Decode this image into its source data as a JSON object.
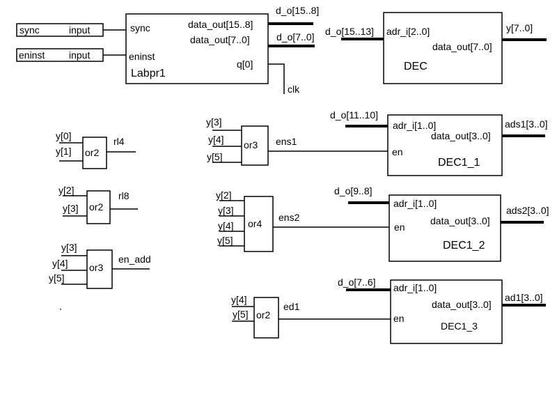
{
  "inputs": {
    "sync": {
      "name": "sync",
      "type": "input"
    },
    "eninst": {
      "name": "eninst",
      "type": "input"
    }
  },
  "labpr1": {
    "name": "Labpr1",
    "pin_sync": "sync",
    "pin_eninst": "eninst",
    "pin_data_hi": "data_out[15..8]",
    "pin_data_lo": "data_out[7..0]",
    "pin_q": "q[0]"
  },
  "wires": {
    "d_o_hi": "d_o[15..8]",
    "d_o_lo": "d_o[7..0]",
    "clk": "clk",
    "d_o_15_13": "d_o[15..13]",
    "y_out": "y[7..0]",
    "d_o_11_10": "d_o[11..10]",
    "d_o_9_8": "d_o[9..8]",
    "d_o_7_6": "d_o[7..6]",
    "ens1": "ens1",
    "ens2": "ens2",
    "ed1": "ed1",
    "rl4": "rl4",
    "rl8": "rl8",
    "en_add": "en_add",
    "ads1": "ads1[3..0]",
    "ads2": "ads2[3..0]",
    "ad1": "ad1[3..0]"
  },
  "dec": {
    "name": "DEC",
    "pin_in": "adr_i[2..0]",
    "pin_out": "data_out[7..0]"
  },
  "dec1_1": {
    "name": "DEC1_1",
    "pin_in": "adr_i[1..0]",
    "pin_out": "data_out[3..0]",
    "pin_en": "en"
  },
  "dec1_2": {
    "name": "DEC1_2",
    "pin_in": "adr_i[1..0]",
    "pin_out": "data_out[3..0]",
    "pin_en": "en"
  },
  "dec1_3": {
    "name": "DEC1_3",
    "pin_in": "adr_i[1..0]",
    "pin_out": "data_out[3..0]",
    "pin_en": "en"
  },
  "gates": {
    "or2_rl4": {
      "type": "or2",
      "inputs": [
        "y[0]",
        "y[1]"
      ]
    },
    "or2_rl8": {
      "type": "or2",
      "inputs": [
        "y[2]",
        "y[3]"
      ]
    },
    "or3_en_add": {
      "type": "or3",
      "inputs": [
        "y[3]",
        "y[4]",
        "y[5]"
      ]
    },
    "or3_ens1": {
      "type": "or3",
      "inputs": [
        "y[3]",
        "y[4]",
        "y[5]"
      ]
    },
    "or4_ens2": {
      "type": "or4",
      "inputs": [
        "y[2]",
        "y[3]",
        "y[4]",
        "y[5]"
      ]
    },
    "or2_ed1": {
      "type": "or2",
      "inputs": [
        "y[4]",
        "y[5]"
      ]
    }
  }
}
